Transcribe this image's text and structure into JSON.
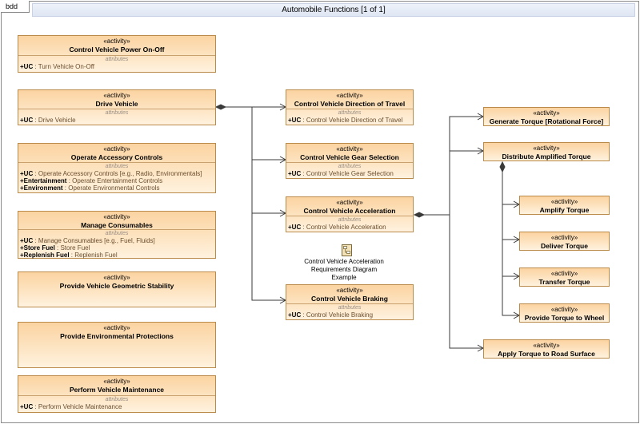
{
  "frame": {
    "tab_label": "bdd",
    "title": "Automobile Functions [1 of 1]"
  },
  "blocks": {
    "power": {
      "stereotype": "«activity»",
      "name": "Control Vehicle Power On-Off",
      "compartment": "attributes",
      "attrs": [
        {
          "key": "+UC",
          "value": " : Turn Vehicle On-Off"
        }
      ]
    },
    "drive": {
      "stereotype": "«activity»",
      "name": "Drive Vehicle",
      "compartment": "attributes",
      "attrs": [
        {
          "key": "+UC",
          "value": " : Drive Vehicle"
        }
      ]
    },
    "accessory": {
      "stereotype": "«activity»",
      "name": "Operate Accessory Controls",
      "compartment": "attributes",
      "attrs": [
        {
          "key": "+UC",
          "value": " : Operate Accessory Controls [e.g., Radio, Environmentals]"
        },
        {
          "key": "+Entertainment",
          "value": " : Operate Entertainment Controls"
        },
        {
          "key": "+Environment",
          "value": " : Operate Environmental Controls"
        }
      ]
    },
    "consumables": {
      "stereotype": "«activity»",
      "name": "Manage Consumables",
      "compartment": "attributes",
      "attrs": [
        {
          "key": "+UC",
          "value": " : Manage Consumables [e.g., Fuel, Fluids]"
        },
        {
          "key": "+Store Fuel",
          "value": " : Store Fuel"
        },
        {
          "key": "+Replenish Fuel",
          "value": " : Replenish Fuel"
        }
      ]
    },
    "geometric": {
      "stereotype": "«activity»",
      "name": "Provide Vehicle Geometric Stability"
    },
    "environmental": {
      "stereotype": "«activity»",
      "name": "Provide Environmental Protections"
    },
    "maintenance": {
      "stereotype": "«activity»",
      "name": "Perform Vehicle Maintenance",
      "compartment": "attributes",
      "attrs": [
        {
          "key": "+UC",
          "value": " : Perform Vehicle Maintenance"
        }
      ]
    },
    "direction": {
      "stereotype": "«activity»",
      "name": "Control Vehicle Direction of Travel",
      "compartment": "attributes",
      "attrs": [
        {
          "key": "+UC",
          "value": " : Control Vehicle Direction of Travel"
        }
      ]
    },
    "gear": {
      "stereotype": "«activity»",
      "name": "Control Vehicle Gear Selection",
      "compartment": "attributes",
      "attrs": [
        {
          "key": "+UC",
          "value": " : Control Vehicle Gear Selection"
        }
      ]
    },
    "acceleration": {
      "stereotype": "«activity»",
      "name": "Control Vehicle Acceleration",
      "compartment": "attributes",
      "attrs": [
        {
          "key": "+UC",
          "value": " : Control Vehicle Acceleration"
        }
      ]
    },
    "braking": {
      "stereotype": "«activity»",
      "name": "Control Vehicle Braking",
      "compartment": "attributes",
      "attrs": [
        {
          "key": "+UC",
          "value": " : Control Vehicle Braking"
        }
      ]
    },
    "gentorque": {
      "stereotype": "«activity»",
      "name": "Generate Torque [Rotational Force]"
    },
    "distorque": {
      "stereotype": "«activity»",
      "name": "Distribute Amplified Torque"
    },
    "amplify": {
      "stereotype": "«activity»",
      "name": "Amplify Torque"
    },
    "deliver": {
      "stereotype": "«activity»",
      "name": "Deliver Torque"
    },
    "transfer": {
      "stereotype": "«activity»",
      "name": "Transfer Torque"
    },
    "wheel": {
      "stereotype": "«activity»",
      "name": "Provide Torque to Wheel"
    },
    "roadsurface": {
      "stereotype": "«activity»",
      "name": "Apply Torque to Road Surface"
    }
  },
  "note": {
    "line1": "Control Vehicle Acceleration",
    "line2": "Requirements Diagram",
    "line3": "Example",
    "icon": "diagram-icon"
  },
  "colors": {
    "block_fill_top": "#fbd3a1",
    "block_fill_bottom": "#fff2df",
    "block_border": "#b98a4a",
    "connector": "#3a3a3a"
  }
}
